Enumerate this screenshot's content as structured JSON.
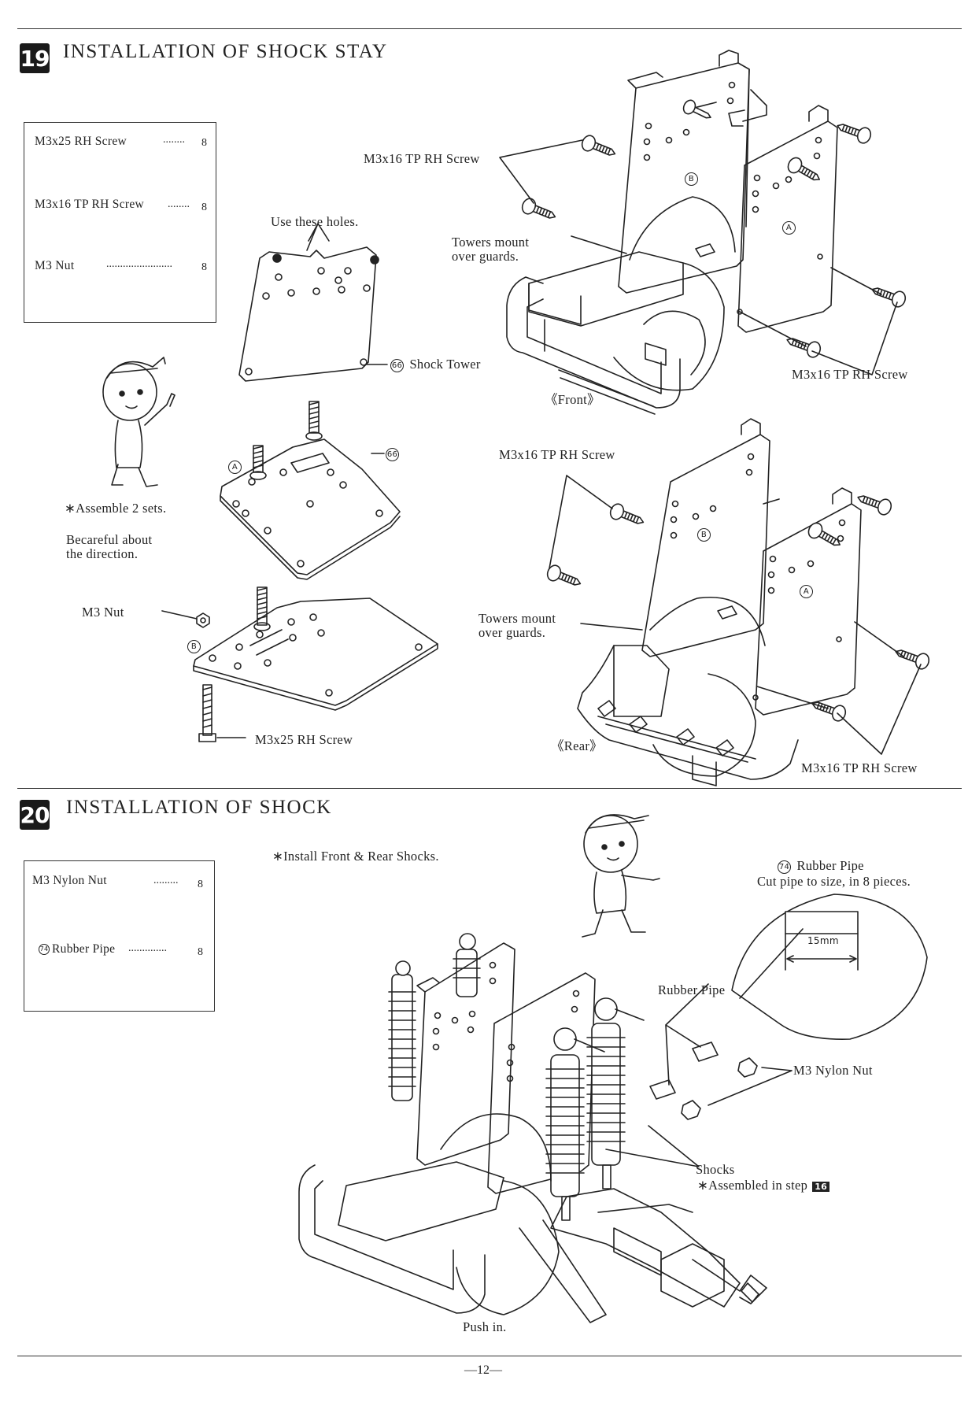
{
  "step19": {
    "number": "19",
    "title": "INSTALLATION OF SHOCK STAY",
    "parts": [
      {
        "name": "M3x25 RH Screw",
        "dots": "........",
        "qty": "8"
      },
      {
        "name": "M3x16 TP RH Screw",
        "dots": "........",
        "qty": "8"
      },
      {
        "name": "M3 Nut",
        "dots": "........................",
        "qty": "8"
      }
    ],
    "labels": {
      "use_holes": "Use these holes.",
      "tower_part_no": "66",
      "shock_tower": "Shock Tower",
      "small_66": "66",
      "mark_a": "A",
      "mark_b": "B",
      "assemble": "∗Assemble 2 sets.",
      "careful_1": "Becareful about",
      "careful_2": "the direction.",
      "m3_nut": "M3 Nut",
      "m3x25": "M3x25 RH Screw",
      "front_screw_top": "M3x16 TP RH Screw",
      "front_towers_1": "Towers mount",
      "front_towers_2": "over guards.",
      "front_screw_bottom": "M3x16 TP RH Screw",
      "front": "《Front》",
      "rear_screw_top": "M3x16 TP RH Screw",
      "rear_towers_1": "Towers mount",
      "rear_towers_2": "over guards.",
      "rear": "《Rear》",
      "rear_screw_bottom": "M3x16 TP RH Screw"
    }
  },
  "step20": {
    "number": "20",
    "title": "INSTALLATION OF SHOCK",
    "parts": [
      {
        "name": "M3 Nylon Nut",
        "dots": ".........",
        "qty": "8"
      },
      {
        "no": "74",
        "name": "Rubber Pipe",
        "dots": "..............",
        "qty": "8"
      }
    ],
    "labels": {
      "install": "∗Install Front & Rear Shocks.",
      "rubber_no": "74",
      "rubber_pipe_title": "Rubber Pipe",
      "cut_pipe": "Cut pipe to size, in 8 pieces.",
      "dim": "15mm",
      "rubber_pipe": "Rubber Pipe",
      "nylon_nut": "M3 Nylon Nut",
      "shocks": "Shocks",
      "assembled": "∗Assembled in step",
      "step_ref": "16",
      "push_in": "Push in."
    }
  },
  "page_number": "—12—"
}
